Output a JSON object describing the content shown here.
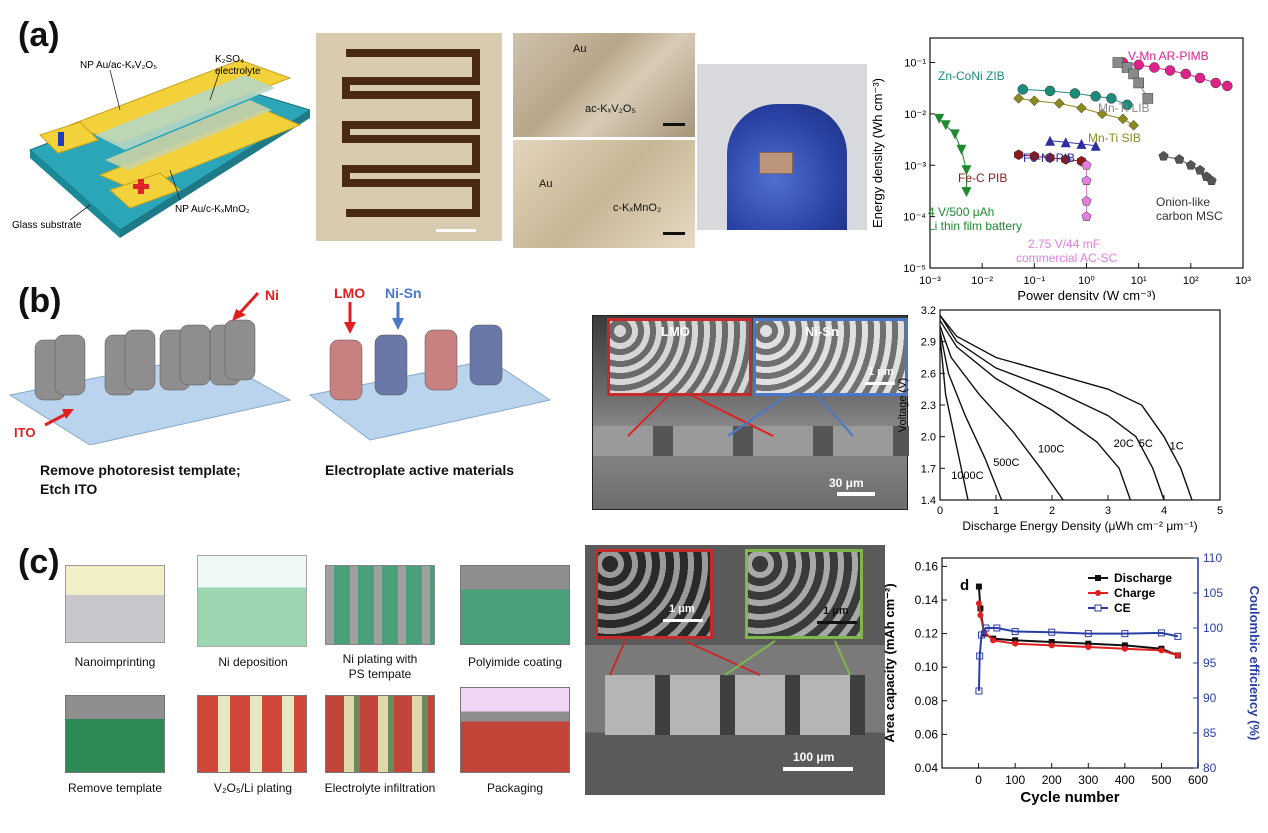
{
  "panels": {
    "a": {
      "letter": "(a)",
      "device_labels": {
        "anode": "NP Au/ac-KₓV₂O₅",
        "electrolyte_1": "K₂SO₄",
        "electrolyte_2": "electrolyte",
        "cathode": "NP Au/c-KₓMnO₂",
        "substrate": "Glass substrate",
        "minus": "−",
        "plus": "+"
      },
      "sem_labels": {
        "top_au": "Au",
        "top_material": "ac-KₓV₂O₅",
        "bottom_au": "Au",
        "bottom_material": "c-KₓMnO₂"
      }
    },
    "b": {
      "letter": "(b)",
      "ni_label": "Ni",
      "ito_label": "ITO",
      "lmo_label": "LMO",
      "nisn_label": "Ni-Sn",
      "caption_left_1": "Remove photoresist template;",
      "caption_left_2": "Etch ITO",
      "caption_right": "Electroplate active materials",
      "sem_lmo": "LMO",
      "sem_nisn": "Ni-Sn",
      "scale_1um": "1 μm",
      "scale_30um": "30 μm"
    },
    "c": {
      "letter": "(c)",
      "steps": [
        "Nanoimprinting",
        "Ni deposition",
        "Ni plating with",
        "PS tempate",
        "Polyimide coating",
        "Remove template",
        "V₂O₅/Li plating",
        "Electrolyte infiltration",
        "Packaging"
      ],
      "scale_1um_a": "1 μm",
      "scale_1um_b": "1 μm",
      "scale_100um": "100 μm"
    }
  },
  "chart_data": [
    {
      "type": "scatter",
      "id": "ragone",
      "xlabel": "Power density (W cm⁻³)",
      "ylabel": "Energy density (Wh cm⁻³)",
      "x_scale": "log",
      "y_scale": "log",
      "xlim": [
        0.001,
        1000
      ],
      "ylim": [
        1e-05,
        0.3
      ],
      "x_ticks": [
        "10⁻³",
        "10⁻²",
        "10⁻¹",
        "10⁰",
        "10¹",
        "10²",
        "10³"
      ],
      "y_ticks": [
        "10⁻⁵",
        "10⁻⁴",
        "10⁻³",
        "10⁻²",
        "10⁻¹"
      ],
      "series": [
        {
          "name": "V-Mn AR-PIMB",
          "color": "#e0218a",
          "marker": "circle",
          "x": [
            5,
            10,
            20,
            40,
            80,
            150,
            300,
            500
          ],
          "y": [
            0.1,
            0.09,
            0.08,
            0.07,
            0.06,
            0.05,
            0.04,
            0.035
          ]
        },
        {
          "name": "Mn-Ti LIB",
          "color": "#8a8a8a",
          "marker": "square",
          "x": [
            4,
            6,
            8,
            10,
            15
          ],
          "y": [
            0.1,
            0.08,
            0.06,
            0.04,
            0.02
          ]
        },
        {
          "name": "Zn-CoNi ZIB",
          "color": "#1a8c7a",
          "marker": "circle",
          "x": [
            0.06,
            0.2,
            0.6,
            1.5,
            3,
            6
          ],
          "y": [
            0.03,
            0.028,
            0.025,
            0.022,
            0.02,
            0.015
          ]
        },
        {
          "name": "Mn-Ti SIB",
          "color": "#8c8a1e",
          "marker": "diamond",
          "x": [
            0.05,
            0.1,
            0.3,
            0.8,
            2,
            5,
            8
          ],
          "y": [
            0.02,
            0.018,
            0.016,
            0.013,
            0.01,
            0.008,
            0.006
          ]
        },
        {
          "name": "Fe-Ni PIB",
          "color": "#2e2e9e",
          "marker": "triangle",
          "x": [
            0.2,
            0.4,
            0.8,
            1.5
          ],
          "y": [
            0.003,
            0.0028,
            0.0026,
            0.0024
          ]
        },
        {
          "name": "Fe-C PIB",
          "color": "#8c1c1c",
          "marker": "hexagon",
          "x": [
            0.05,
            0.1,
            0.2,
            0.4,
            0.8
          ],
          "y": [
            0.0016,
            0.0015,
            0.0014,
            0.0013,
            0.0012
          ]
        },
        {
          "name": "Onion-like carbon MSC",
          "color": "#555555",
          "marker": "pentagon",
          "x": [
            30,
            60,
            100,
            150,
            200,
            250
          ],
          "y": [
            0.0015,
            0.0013,
            0.001,
            0.0008,
            0.0006,
            0.0005
          ]
        },
        {
          "name": "2.75 V/44 mF commercial AC-SC",
          "color": "#e47ee0",
          "marker": "pentagon",
          "x": [
            1,
            1,
            1,
            1
          ],
          "y": [
            0.001,
            0.0005,
            0.0002,
            0.0001
          ]
        },
        {
          "name": "4 V/500 μAh Li thin film battery",
          "color": "#1d8a2e",
          "marker": "triangle-down",
          "x": [
            0.0015,
            0.002,
            0.003,
            0.004,
            0.005,
            0.005
          ],
          "y": [
            0.008,
            0.006,
            0.004,
            0.002,
            0.0008,
            0.0003
          ]
        }
      ],
      "annotations": [
        "V-Mn AR-PIMB",
        "Zn-CoNi ZIB",
        "Mn-Ti LIB",
        "Mn-Ti SIB",
        "Fe-Ni PIB",
        "Fe-C PIB",
        "4 V/500 μAh",
        "Li thin film battery",
        "Onion-like",
        "carbon MSC",
        "2.75 V/44 mF",
        "commercial AC-SC"
      ]
    },
    {
      "type": "line",
      "id": "discharge",
      "xlabel": "Discharge Energy Density (μWh cm⁻² μm⁻¹)",
      "ylabel": "Voltage (V)",
      "xlim": [
        0,
        5
      ],
      "ylim": [
        1.4,
        3.2
      ],
      "x_ticks": [
        "0",
        "1",
        "2",
        "3",
        "4",
        "5"
      ],
      "y_ticks": [
        "1.4",
        "1.7",
        "2.0",
        "2.3",
        "2.6",
        "2.9",
        "3.2"
      ],
      "series": [
        {
          "name": "1C",
          "x": [
            0,
            0.3,
            1.0,
            2.0,
            3.0,
            3.6,
            4.0,
            4.3,
            4.5
          ],
          "y": [
            3.15,
            2.95,
            2.75,
            2.6,
            2.45,
            2.3,
            2.0,
            1.7,
            1.4
          ]
        },
        {
          "name": "5C",
          "x": [
            0,
            0.3,
            1.0,
            2.0,
            3.0,
            3.5,
            3.8,
            4.0
          ],
          "y": [
            3.15,
            2.9,
            2.65,
            2.45,
            2.2,
            2.0,
            1.7,
            1.4
          ]
        },
        {
          "name": "20C",
          "x": [
            0,
            0.3,
            1.0,
            2.0,
            2.8,
            3.2,
            3.4
          ],
          "y": [
            3.1,
            2.85,
            2.55,
            2.25,
            1.95,
            1.7,
            1.4
          ]
        },
        {
          "name": "100C",
          "x": [
            0,
            0.2,
            0.7,
            1.3,
            1.8,
            2.2
          ],
          "y": [
            3.05,
            2.75,
            2.4,
            2.05,
            1.7,
            1.4
          ]
        },
        {
          "name": "500C",
          "x": [
            0,
            0.15,
            0.45,
            0.8,
            1.1
          ],
          "y": [
            3.0,
            2.6,
            2.2,
            1.8,
            1.4
          ]
        },
        {
          "name": "1000C",
          "x": [
            0,
            0.1,
            0.3,
            0.5
          ],
          "y": [
            2.95,
            2.4,
            1.9,
            1.4
          ]
        }
      ]
    },
    {
      "type": "line",
      "id": "cycling",
      "panel_tag": "d",
      "xlabel": "Cycle number",
      "ylabel": "Area capacity (mAh cm⁻²)",
      "ylabel_right": "Coulombic efficiency (%)",
      "xlim": [
        -100,
        600
      ],
      "ylim": [
        0.04,
        0.165
      ],
      "ylim_right": [
        80,
        110
      ],
      "x_ticks": [
        "0",
        "100",
        "200",
        "300",
        "400",
        "500",
        "600"
      ],
      "y_ticks": [
        "0.04",
        "0.06",
        "0.08",
        "0.10",
        "0.12",
        "0.14",
        "0.16"
      ],
      "y_ticks_right": [
        "80",
        "85",
        "90",
        "95",
        "100",
        "105",
        "110"
      ],
      "legend": [
        "Discharge",
        "Charge",
        "CE"
      ],
      "legend_position": "top-right",
      "series": [
        {
          "name": "Discharge",
          "color": "#111111",
          "x": [
            1,
            5,
            15,
            40,
            100,
            200,
            300,
            400,
            500,
            545
          ],
          "y": [
            0.148,
            0.135,
            0.12,
            0.117,
            0.116,
            0.115,
            0.114,
            0.113,
            0.111,
            0.107
          ]
        },
        {
          "name": "Charge",
          "color": "#e02020",
          "x": [
            1,
            5,
            15,
            40,
            100,
            200,
            300,
            400,
            500,
            545
          ],
          "y": [
            0.138,
            0.131,
            0.121,
            0.116,
            0.114,
            0.113,
            0.112,
            0.111,
            0.11,
            0.107
          ]
        },
        {
          "name": "CE",
          "color": "#2a3fa6",
          "axis": "right",
          "x": [
            1,
            3,
            8,
            20,
            50,
            100,
            200,
            300,
            400,
            500,
            545
          ],
          "y": [
            91,
            96,
            99,
            100,
            100,
            99.5,
            99.4,
            99.2,
            99.2,
            99.3,
            98.8
          ]
        }
      ]
    }
  ]
}
